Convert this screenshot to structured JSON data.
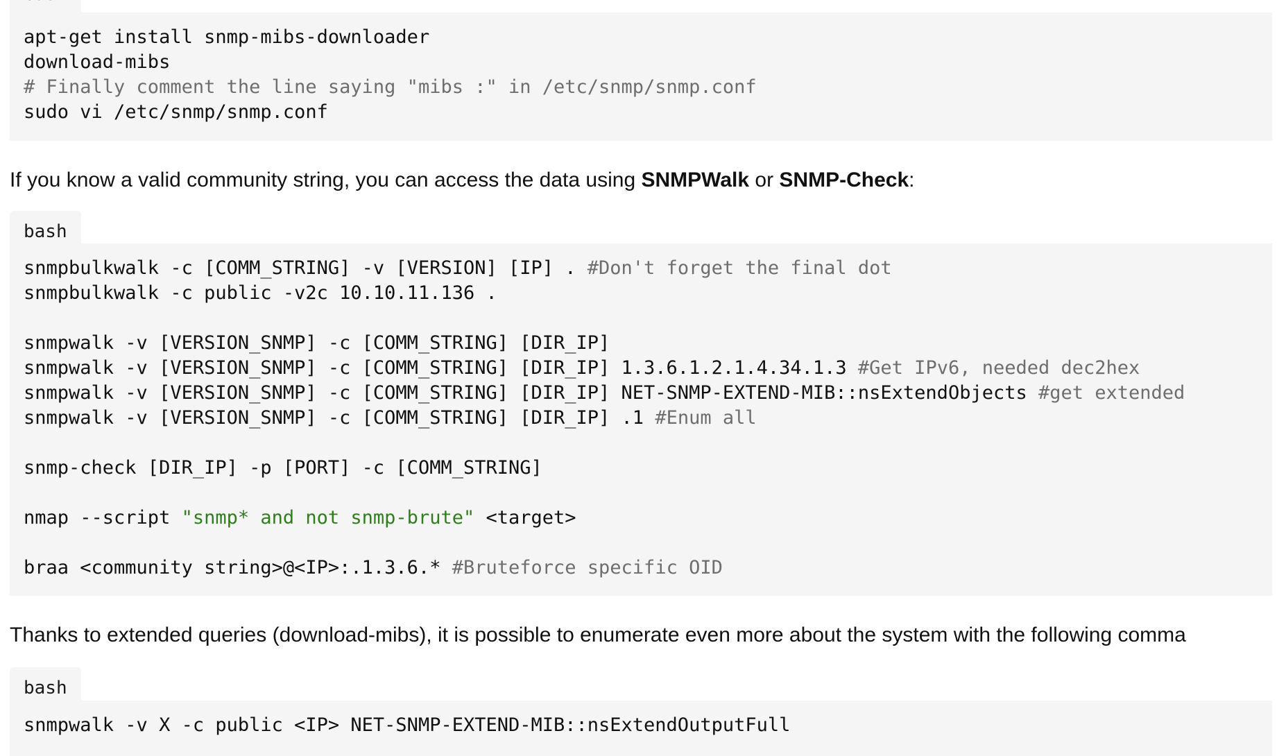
{
  "blocks": [
    {
      "lang": "bash",
      "lines": [
        [
          {
            "t": "apt-get install snmp-mibs-downloader",
            "k": "code"
          }
        ],
        [
          {
            "t": "download-mibs",
            "k": "code"
          }
        ],
        [
          {
            "t": "# Finally comment the line saying \"mibs :\" in /etc/snmp/snmp.conf",
            "k": "cmt"
          }
        ],
        [
          {
            "t": "sudo vi /etc/snmp/snmp.conf",
            "k": "code"
          }
        ]
      ]
    },
    {
      "lang": "bash",
      "lines": [
        [
          {
            "t": "snmpbulkwalk -c [COMM_STRING] -v [VERSION] [IP] . ",
            "k": "code"
          },
          {
            "t": "#Don't forget the final dot",
            "k": "cmt"
          }
        ],
        [
          {
            "t": "snmpbulkwalk -c public -v2c 10.10.11.136 .",
            "k": "code"
          }
        ],
        [],
        [
          {
            "t": "snmpwalk -v [VERSION_SNMP] -c [COMM_STRING] [DIR_IP]",
            "k": "code"
          }
        ],
        [
          {
            "t": "snmpwalk -v [VERSION_SNMP] -c [COMM_STRING] [DIR_IP] 1.3.6.1.2.1.4.34.1.3 ",
            "k": "code"
          },
          {
            "t": "#Get IPv6, needed dec2hex",
            "k": "cmt"
          }
        ],
        [
          {
            "t": "snmpwalk -v [VERSION_SNMP] -c [COMM_STRING] [DIR_IP] NET-SNMP-EXTEND-MIB::nsExtendObjects ",
            "k": "code"
          },
          {
            "t": "#get extended",
            "k": "cmt"
          }
        ],
        [
          {
            "t": "snmpwalk -v [VERSION_SNMP] -c [COMM_STRING] [DIR_IP] .1 ",
            "k": "code"
          },
          {
            "t": "#Enum all",
            "k": "cmt"
          }
        ],
        [],
        [
          {
            "t": "snmp-check [DIR_IP] -p [PORT] -c [COMM_STRING]",
            "k": "code"
          }
        ],
        [],
        [
          {
            "t": "nmap --script ",
            "k": "code"
          },
          {
            "t": "\"snmp* and not snmp-brute\"",
            "k": "str"
          },
          {
            "t": " <target>",
            "k": "code"
          }
        ],
        [],
        [
          {
            "t": "braa <community string>@<IP>:.1.3.6.* ",
            "k": "code"
          },
          {
            "t": "#Bruteforce specific OID",
            "k": "cmt"
          }
        ]
      ]
    },
    {
      "lang": "bash",
      "lines": [
        [
          {
            "t": "snmpwalk -v X -c public <IP> NET-SNMP-EXTEND-MIB::nsExtendOutputFull",
            "k": "code"
          }
        ]
      ]
    }
  ],
  "paragraphs": {
    "p1": {
      "before": "If you know a valid community string, you can access the data using ",
      "tool1": "SNMPWalk",
      "mid": " or ",
      "tool2": "SNMP-Check",
      "after": ":"
    },
    "p2": {
      "text": "Thanks to extended queries (download-mibs), it is possible to enumerate even more about the system with the following comma"
    }
  }
}
